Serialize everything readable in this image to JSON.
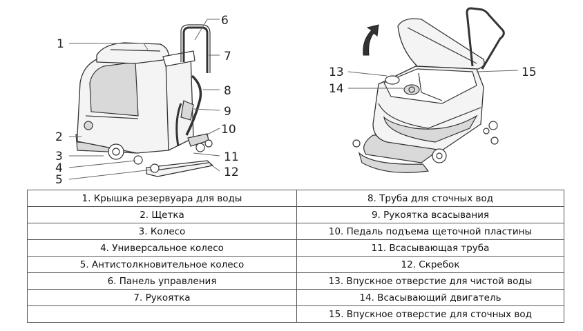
{
  "callouts": {
    "left": [
      "1",
      "2",
      "3",
      "4",
      "5",
      "6",
      "7",
      "8",
      "9",
      "10",
      "11",
      "12"
    ],
    "right": [
      "13",
      "14",
      "15"
    ]
  },
  "table": {
    "rows": [
      [
        "1. Крышка резервуара для воды",
        "8. Труба для сточных вод"
      ],
      [
        "2. Щетка",
        "9. Рукоятка всасывания"
      ],
      [
        "3. Колесо",
        "10. Педаль подъема щеточной пластины"
      ],
      [
        "4. Универсальное колесо",
        "11. Всасывающая труба"
      ],
      [
        "5. Антистолкновительное колесо",
        "12. Скребок"
      ],
      [
        "6. Панель управления",
        "13. Впускное отверстие для чистой воды"
      ],
      [
        "7. Рукоятка",
        "14. Всасывающий двигатель"
      ],
      [
        "",
        "15. Впускное отверстие для сточных вод"
      ]
    ]
  }
}
